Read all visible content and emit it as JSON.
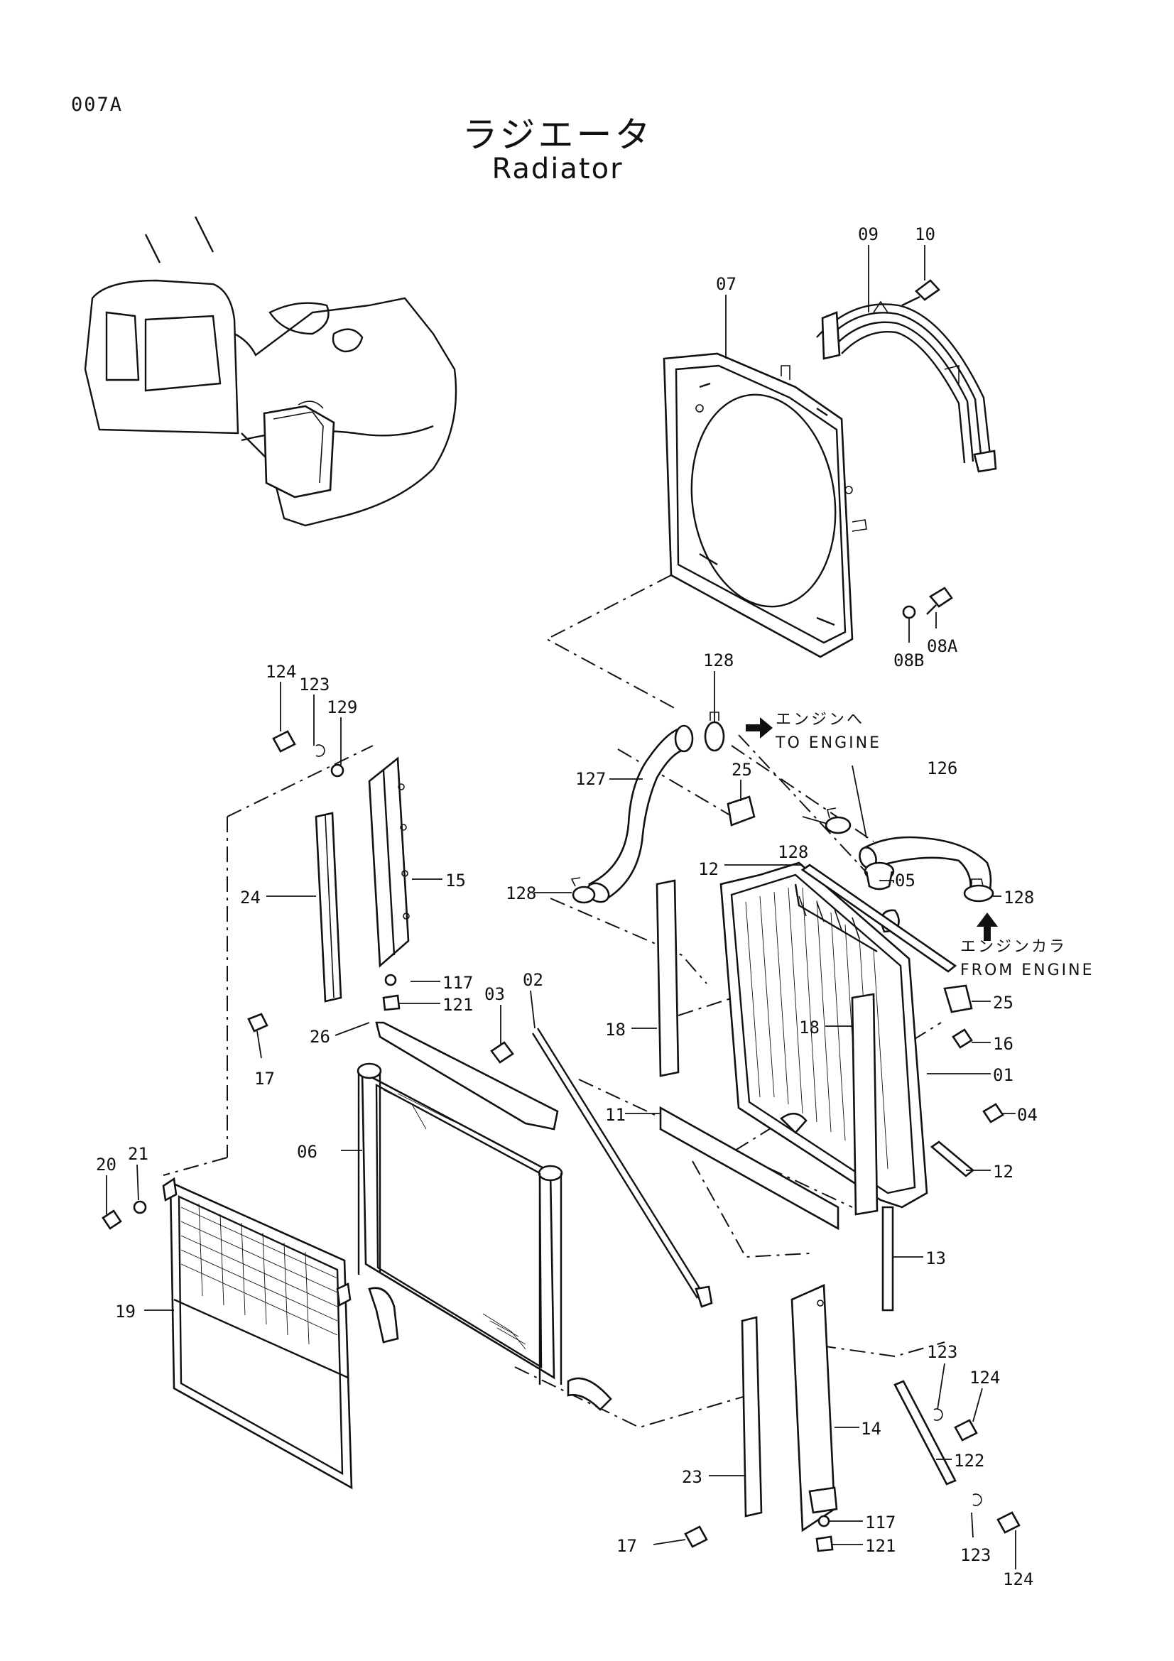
{
  "page_code": "007A",
  "title_jp": "ラジエータ",
  "title_en": "Radiator",
  "notes": {
    "to_engine_jp": "エンジンへ",
    "to_engine_en": "TO ENGINE",
    "from_engine_jp": "エンジンカラ",
    "from_engine_en": "FROM ENGINE"
  },
  "labels": {
    "p01": "01",
    "p02": "02",
    "p03": "03",
    "p04": "04",
    "p05": "05",
    "p06": "06",
    "p07": "07",
    "p08a": "08A",
    "p08b": "08B",
    "p09": "09",
    "p10": "10",
    "p11": "11",
    "p12a": "12",
    "p12b": "12",
    "p13": "13",
    "p14": "14",
    "p15": "15",
    "p16": "16",
    "p17a": "17",
    "p17b": "17",
    "p18a": "18",
    "p18b": "18",
    "p19": "19",
    "p20": "20",
    "p21": "21",
    "p23": "23",
    "p24": "24",
    "p25a": "25",
    "p25b": "25",
    "p26": "26",
    "p117a": "117",
    "p117b": "117",
    "p121a": "121",
    "p121b": "121",
    "p122": "122",
    "p123a": "123",
    "p123b": "123",
    "p123c": "123",
    "p124a": "124",
    "p124b": "124",
    "p124c": "124",
    "p126": "126",
    "p127": "127",
    "p128a": "128",
    "p128b": "128",
    "p128c": "128",
    "p128d": "128",
    "p129": "129"
  }
}
